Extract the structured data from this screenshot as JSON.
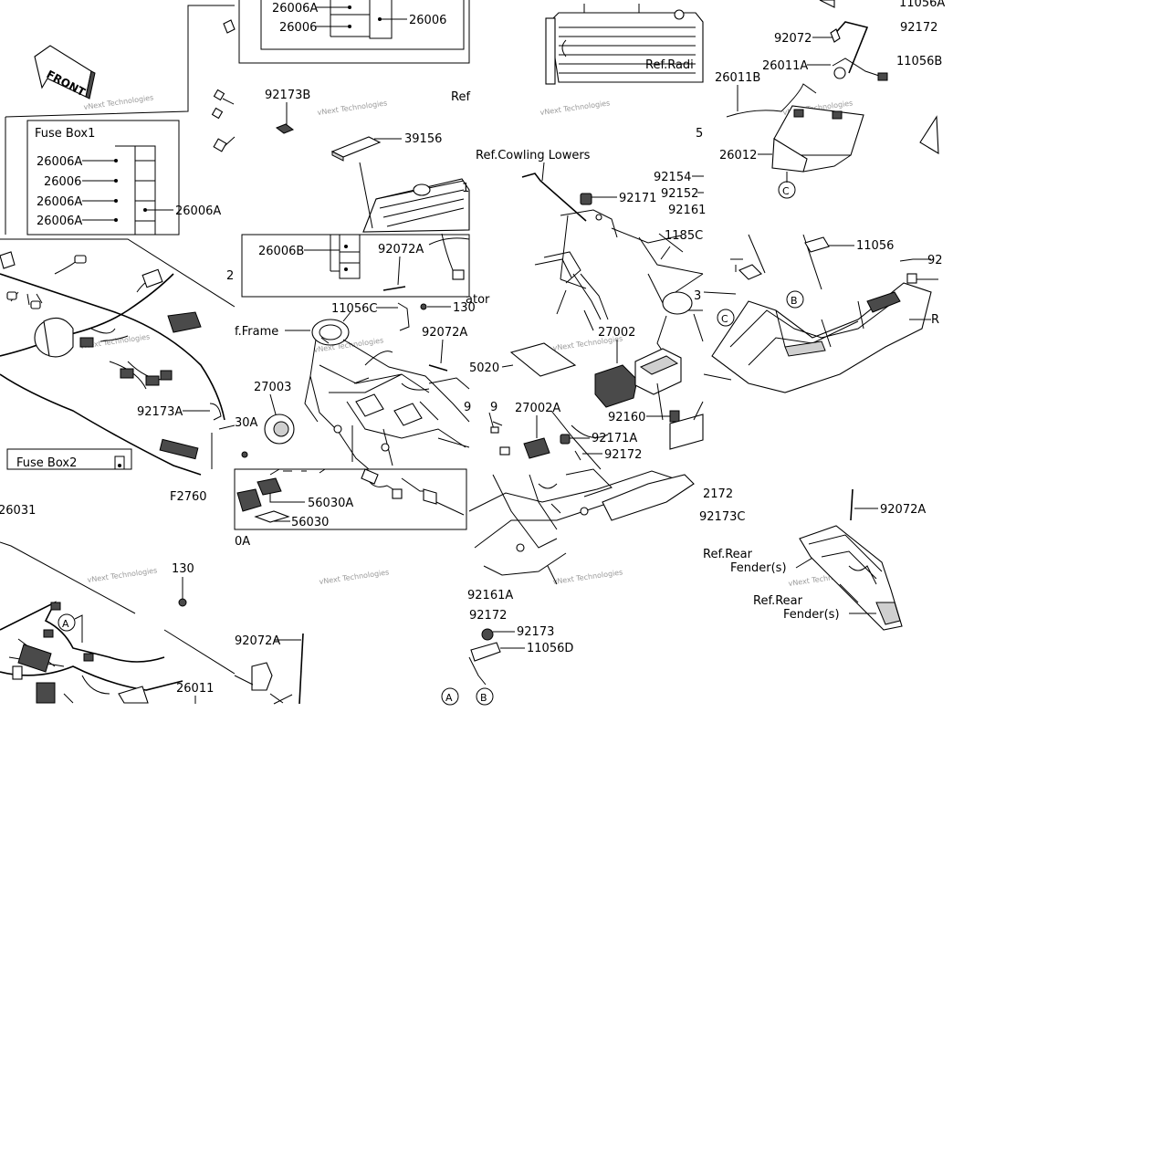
{
  "diagram_code": "F2760",
  "watermark": "vNext Technologies",
  "front_label": "FRONT",
  "fuse_box1": {
    "title": "Fuse Box1",
    "left_labels": [
      "26006A",
      "26006",
      "26006A",
      "26006A"
    ],
    "right_label": "26006A"
  },
  "fuse_box2": {
    "title": "Fuse Box2"
  },
  "fuse_box_top": {
    "left_labels": [
      "26006A",
      "26006"
    ],
    "right_label": "26006"
  },
  "fuse_box_mid": {
    "label": "26006B"
  },
  "refs": {
    "radiator_top": "Ref.Radi",
    "radiator_mid": "Ref",
    "radiator_side": "ator",
    "cowling": "Ref.Cowling Lowers",
    "frame": "f.Frame",
    "rear_fender_1a": "Ref.Rear",
    "rear_fender_1b": "Fender(s)",
    "rear_fender_2a": "Ref.Rear",
    "rear_fender_2b": "Fender(s)",
    "right_edge": "R"
  },
  "callouts": {
    "A": "A",
    "B": "B",
    "C": "C"
  },
  "parts": {
    "p92173B": "92173B",
    "p39156": "39156",
    "p92072A_1": "92072A",
    "p11056C": "11056C",
    "p130_1": "130",
    "p92072A_2": "92072A",
    "p27003": "27003",
    "p92173A": "92173A",
    "p30A_1": "30A",
    "p56030A": "56030A",
    "p56030": "56030",
    "p30A_2": "0A",
    "p26031": "26031",
    "p130_2": "130",
    "p26011": "26011",
    "p92072A_3": "92072A",
    "p2_edge": "2",
    "p92072": "92072",
    "p92172_top": "92172",
    "p11056A": "11056A",
    "p11056B": "11056B",
    "p26011A": "26011A",
    "p26011B": "26011B",
    "p26012": "26012",
    "p5_edge": "5",
    "p92154": "92154",
    "p92152": "92152",
    "p92161": "92161",
    "p92171": "92171",
    "p1_edge": "1",
    "p11056": "11056",
    "p92_edge": "92",
    "p27002": "27002",
    "p5020": "5020",
    "p9_edge": "9",
    "p27002A": "27002A",
    "p92160": "92160",
    "p92171A": "92171A",
    "p92172": "92172",
    "p2172": "2172",
    "p92173C": "92173C",
    "p92161A": "92161A",
    "p92172_b": "92172",
    "p92173": "92173",
    "p11056D": "11056D",
    "p92072A_4": "92072A",
    "p3_edge": "3",
    "p1185C": "1185C"
  }
}
